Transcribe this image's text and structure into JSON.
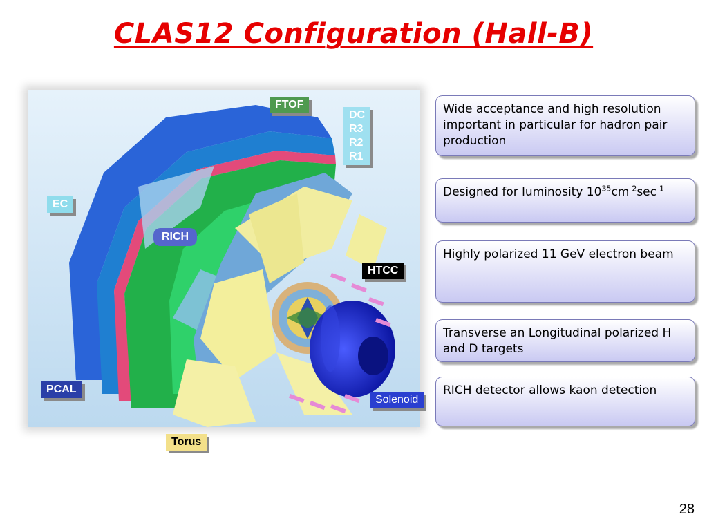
{
  "slide": {
    "title": "CLAS12 Configuration (Hall-B)",
    "page_number": "28"
  },
  "labels": {
    "ftof": "FTOF",
    "dc": "DC\nR3\nR2\nR1",
    "ec": "EC",
    "rich": "RICH",
    "htcc": "HTCC",
    "pcal": "PCAL",
    "solenoid": "Solenoid",
    "torus": "Torus"
  },
  "info_boxes": {
    "box1": "Wide acceptance and high resolution important in particular for hadron pair production",
    "box2_prefix": "Designed for luminosity 10",
    "box2_exp1": "35",
    "box2_mid": "cm",
    "box2_exp2": "-2",
    "box2_sec": "sec",
    "box2_exp3": "-1",
    "box3": "Highly polarized 11 GeV electron beam",
    "box4": "Transverse an Longitudinal polarized H and D targets",
    "box5": "RICH detector allows kaon detection"
  },
  "colors": {
    "title": "#e60000",
    "figure_bg": "#cfe6f7",
    "ftof_tag": "#4f9a4f",
    "dc_tag": "#9fe0f0",
    "ec_tag": "#8fdcec",
    "rich_tag": "#5566cc",
    "htcc_tag": "#000000",
    "pcal_tag": "#2a3fa8",
    "solenoid_tag": "#2a3fd0",
    "torus_tag": "#f3e08a"
  }
}
